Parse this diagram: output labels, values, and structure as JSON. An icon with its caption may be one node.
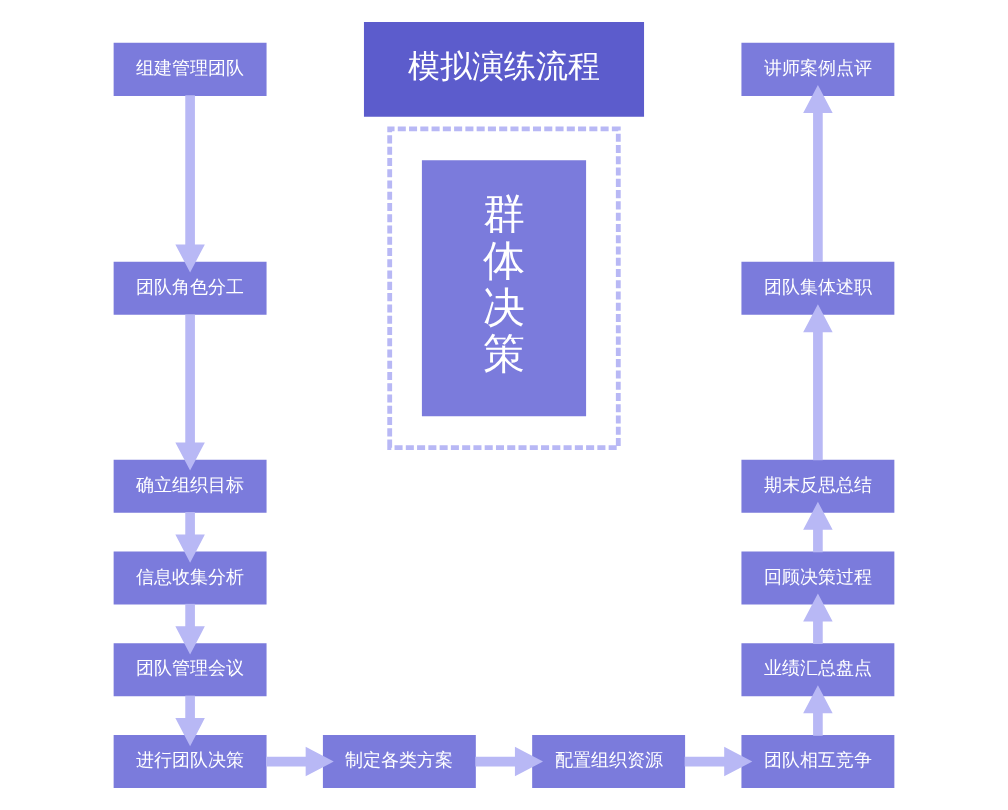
{
  "diagram": {
    "nodes": [
      {
        "text": [
          "模拟演练流程"
        ]
      },
      {
        "text": [],
        "shape": "box"
      },
      {
        "text": [
          "群体决策"
        ],
        "in": 1
      },
      {
        "text": [
          "组建管理团队"
        ]
      },
      {
        "text": [
          "团队角色分工"
        ]
      },
      {
        "text": [
          "确立组织目标"
        ]
      },
      {
        "text": [
          "信息收集分析"
        ]
      },
      {
        "text": [
          "团队管理会议"
        ]
      },
      {
        "text": [
          "进行团队决策"
        ]
      },
      {
        "text": [
          "制定各类方案"
        ]
      },
      {
        "text": [
          "配置组织资源"
        ]
      },
      {
        "text": [
          "团队相互竞争"
        ]
      },
      {
        "text": [
          "业绩汇总盘点"
        ]
      },
      {
        "text": [
          "回顾决策过程"
        ]
      },
      {
        "text": [
          "期末反思总结"
        ]
      },
      {
        "text": [
          "团队集体述职"
        ]
      },
      {
        "text": [
          "讲师案例点评"
        ]
      }
    ],
    "edges": [
      {
        "from": 3,
        "to": 4,
        "arrow": "to"
      },
      {
        "from": 4,
        "to": 5,
        "arrow": "to"
      },
      {
        "from": 5,
        "to": 6,
        "arrow": "to"
      },
      {
        "from": 6,
        "to": 7,
        "arrow": "to"
      },
      {
        "from": 7,
        "to": 8,
        "arrow": "to"
      },
      {
        "from": 8,
        "to": 9,
        "arrow": "to"
      },
      {
        "from": 9,
        "to": 10,
        "arrow": "to"
      },
      {
        "from": 10,
        "to": 11,
        "arrow": "to"
      },
      {
        "from": 11,
        "to": 12,
        "arrow": "to"
      },
      {
        "from": 12,
        "to": 13,
        "arrow": "to"
      },
      {
        "from": 13,
        "to": 14,
        "arrow": "to"
      },
      {
        "from": 14,
        "to": 15,
        "arrow": "to"
      },
      {
        "from": 15,
        "to": 16,
        "arrow": "to"
      }
    ]
  }
}
